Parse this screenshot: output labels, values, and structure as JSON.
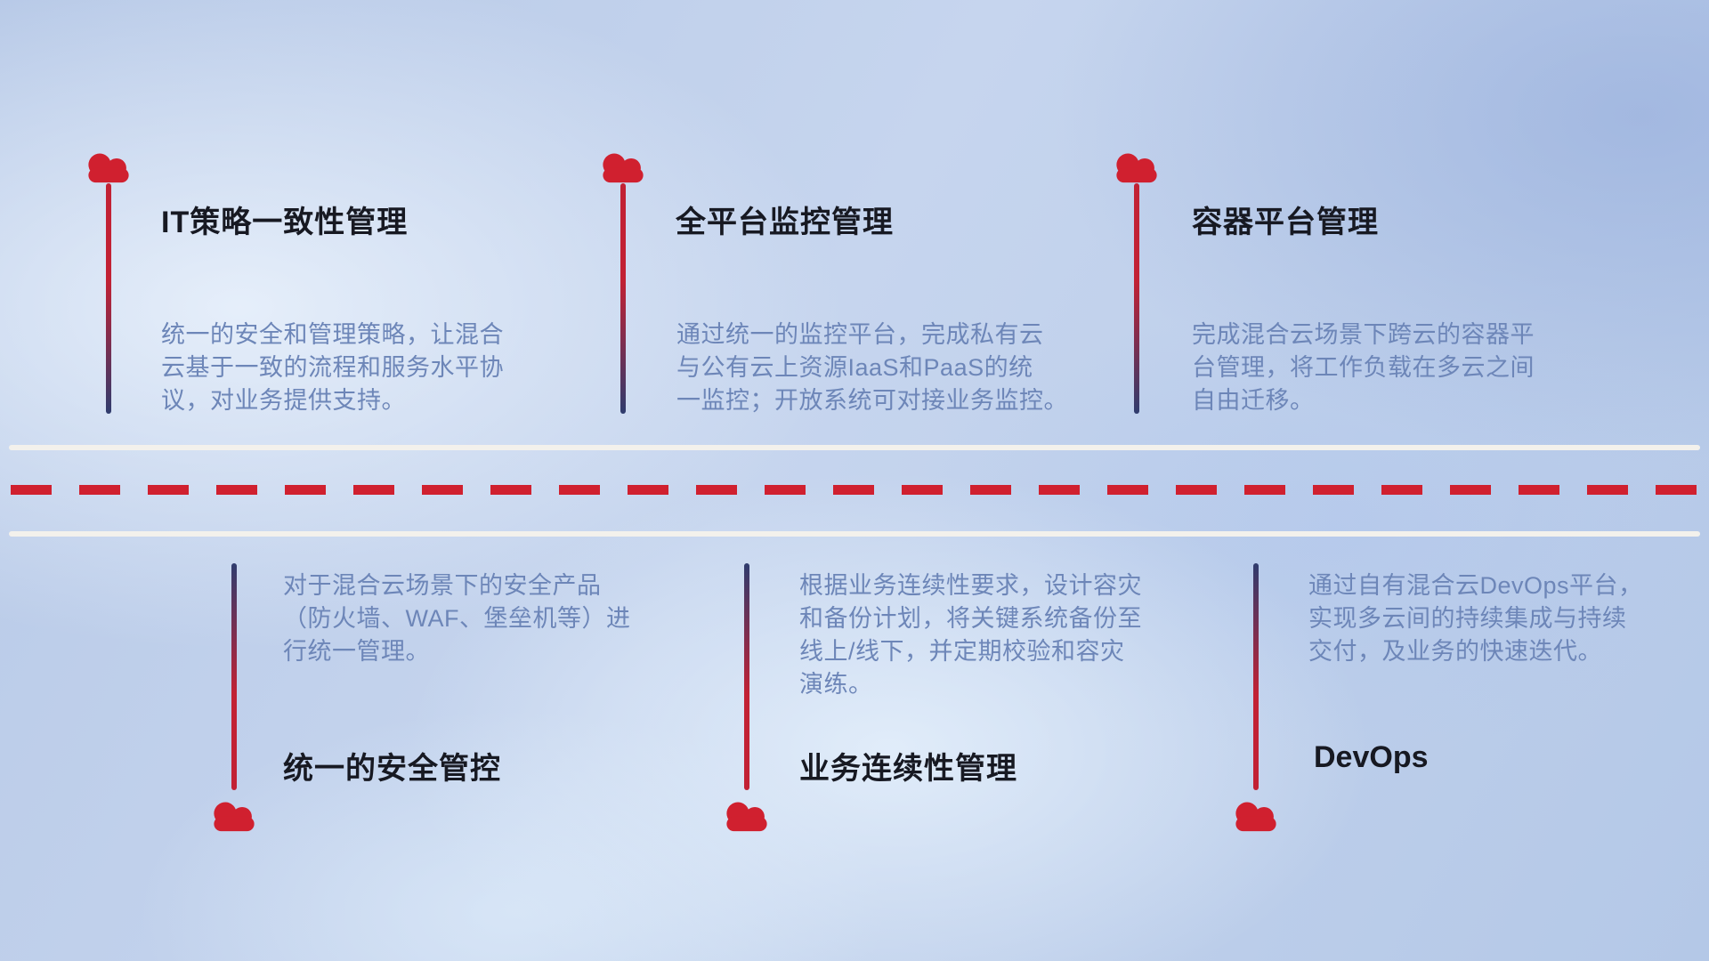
{
  "diagram": {
    "theme": "hybrid-cloud management capabilities roadmap",
    "colors": {
      "cloud_red": "#d0202f",
      "title_text": "#171922",
      "description_text": "#6d86b8",
      "connector_red": "#c22134",
      "connector_navy": "#2f3c6e",
      "road_edge_white": "#f3f1ec",
      "road_dash_red": "#d0202f",
      "background_blue": "#bccfeb"
    },
    "top_items": [
      {
        "title": "IT策略一致性管理",
        "description": "统一的安全和管理策略，让混合\n云基于一致的流程和服务水平协\n议，对业务提供支持。"
      },
      {
        "title": "全平台监控管理",
        "description": "通过统一的监控平台，完成私有云\n与公有云上资源IaaS和PaaS的统\n一监控；开放系统可对接业务监控。"
      },
      {
        "title": "容器平台管理",
        "description": "完成混合云场景下跨云的容器平\n台管理，将工作负载在多云之间\n自由迁移。"
      }
    ],
    "bottom_items": [
      {
        "title": "统一的安全管控",
        "description": "对于混合云场景下的安全产品\n（防火墙、WAF、堡垒机等）进\n行统一管理。"
      },
      {
        "title": "业务连续性管理",
        "description": "根据业务连续性要求，设计容灾\n和备份计划，将关键系统备份至\n线上/线下，并定期校验和容灾\n演练。"
      },
      {
        "title": "DevOps",
        "description": "通过自有混合云DevOps平台，\n实现多云间的持续集成与持续\n交付，及业务的快速迭代。"
      }
    ]
  }
}
